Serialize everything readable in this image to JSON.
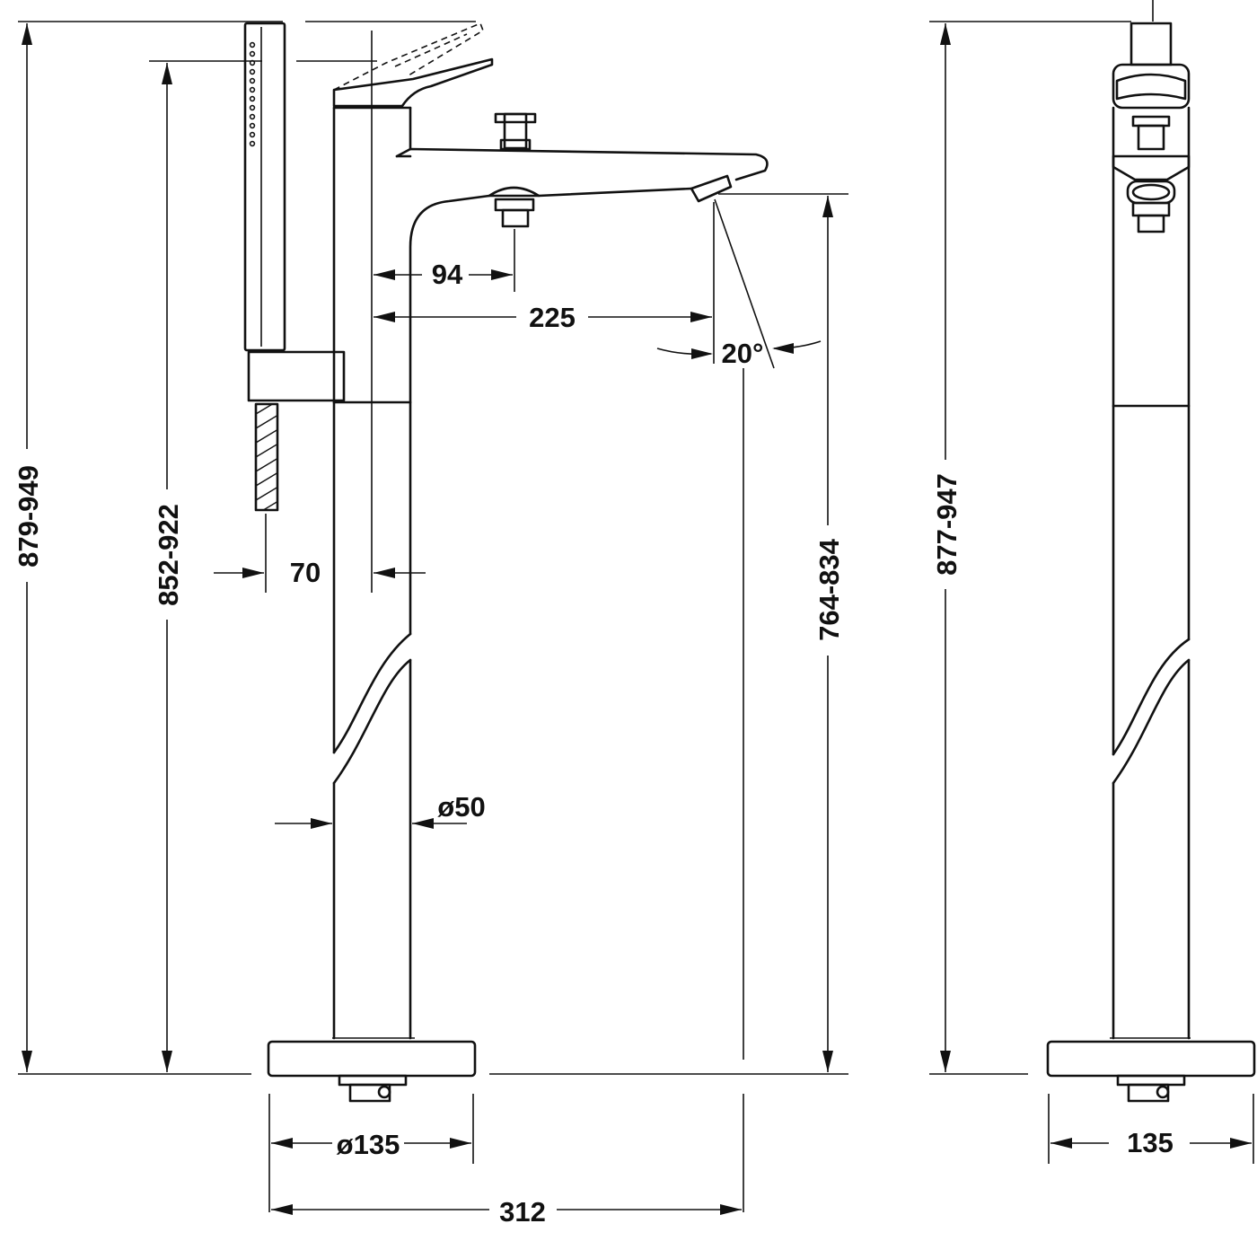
{
  "dimensions": {
    "total_height_left": "879-949",
    "handle_height": "852-922",
    "spout_height": "764-834",
    "total_height_right": "877-947",
    "handle_offset": "94",
    "spout_reach": "225",
    "spout_angle": "20°",
    "hose_offset": "70",
    "pillar_diameter": "ø50",
    "base_diameter": "ø135",
    "overall_depth": "312",
    "base_width_side": "135"
  }
}
